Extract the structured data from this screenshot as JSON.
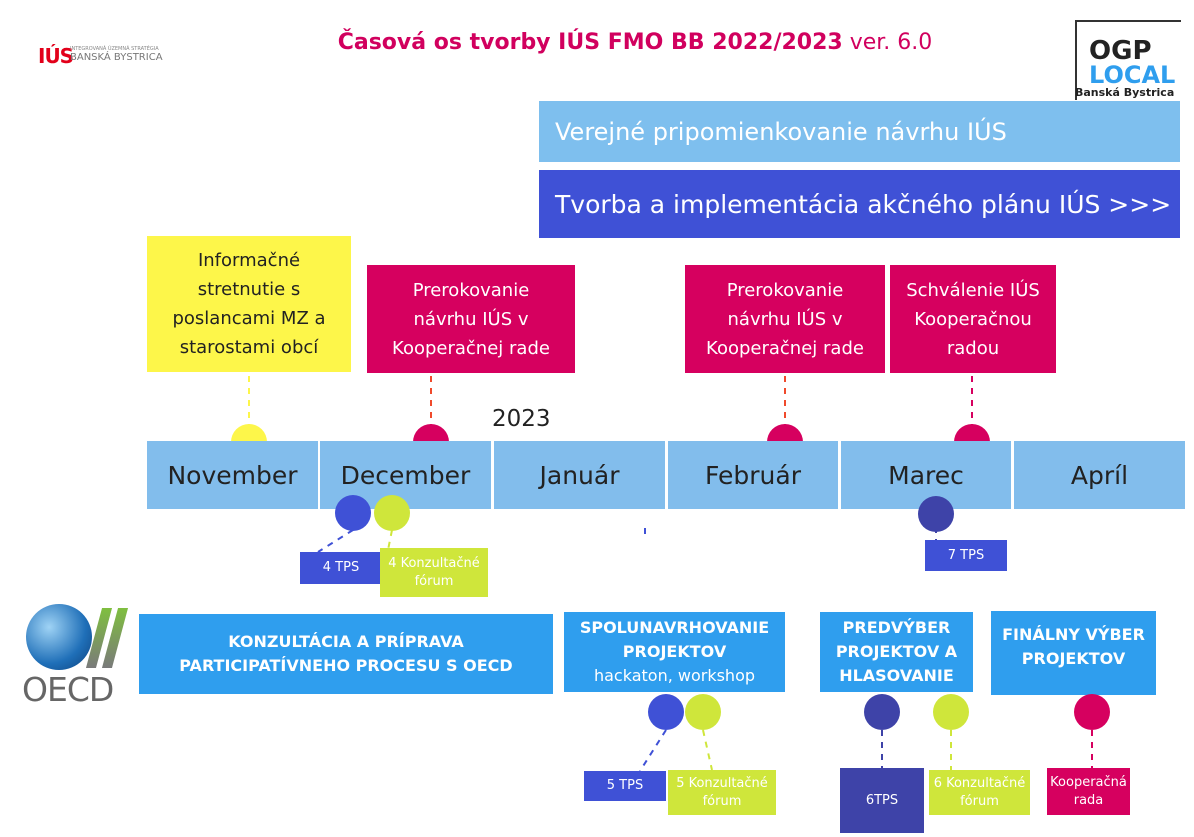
{
  "header": {
    "title_bold": "Časová os tvorby IÚS FMO BB 2022/2023",
    "title_version": "ver. 6.0"
  },
  "logos": {
    "ius_mark": "IÚS",
    "ius_line1": "INTEGROVANÁ ÚZEMNÁ STRATÉGIA",
    "ius_line2": "BANSKÁ BYSTRICA",
    "ogp_line1": "OGP",
    "ogp_line2": "LOCAL",
    "ogp_line3": "Banská Bystrica",
    "oecd": "OECD"
  },
  "bars": {
    "public_comment": "Verejné pripomienkovanie návrhu IÚS",
    "action_plan": "Tvorba a implementácia akčného plánu IÚS >>>"
  },
  "events": {
    "info_meeting": "Informačné stretnutie s poslancami MZ a starostami obcí",
    "coop_dec": "Prerokovanie návrhu IÚS v Kooperačnej rade",
    "coop_feb": "Prerokovanie návrhu IÚS v Kooperačnej rade",
    "approval": "Schválenie IÚS Kooperačnou radou"
  },
  "year": "2023",
  "months": [
    "November",
    "December",
    "Január",
    "Február",
    "Marec",
    "Apríl"
  ],
  "meetings": {
    "tps4": "4 TPS",
    "forum4": "4 Konzultačné fórum",
    "tps7": "7 TPS",
    "tps5": "5 TPS",
    "forum5": "5 Konzultačné fórum",
    "tps6": "6TPS",
    "forum6": "6 Konzultačné fórum",
    "coop": "Kooperačná rada"
  },
  "phases": {
    "consult": "KONZULTÁCIA A PRÍPRAVA PARTICIPATÍVNEHO PROCESU S OECD",
    "codesign_title": "SPOLUNAVRHOVANIE PROJEKTOV",
    "codesign_sub": "hackaton, workshop",
    "preselect": "PREDVÝBER PROJEKTOV A HLASOVANIE",
    "final": "FINÁLNY VÝBER PROJEKTOV"
  },
  "colors": {
    "magenta": "#d6005f",
    "yellow": "#fdf64a",
    "lime": "#cfe63b",
    "blue": "#3f51d6",
    "light_blue": "#82bdec",
    "navy": "#3e43a8"
  }
}
